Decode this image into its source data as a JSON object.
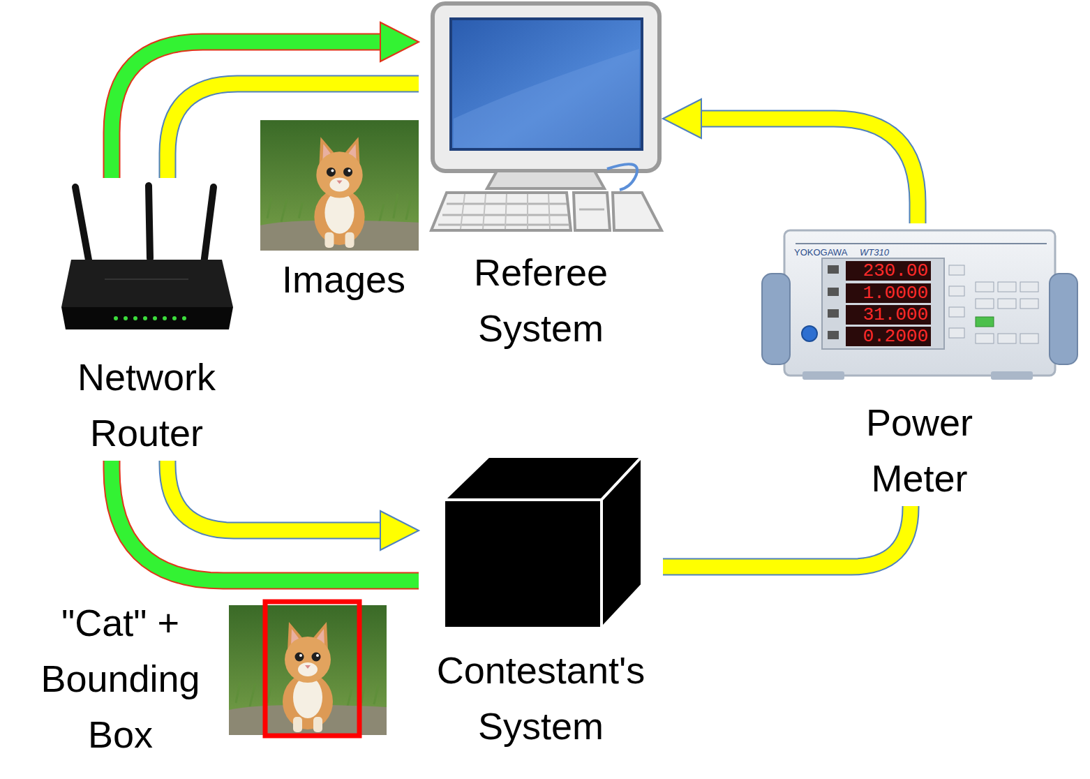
{
  "diagram": {
    "nodes": [
      {
        "text": [
          "Referee System"
        ]
      },
      {
        "text": [
          "Network Router"
        ]
      },
      {
        "text": [
          "Power Meter"
        ]
      },
      {
        "text": [
          "Contestant's System"
        ]
      }
    ],
    "edges": [
      {
        "from": 1,
        "to": 0,
        "arrow": "to"
      },
      {
        "from": 0,
        "to": 1,
        "arrow": "none"
      },
      {
        "from": 1,
        "to": 3,
        "arrow": "to"
      },
      {
        "from": 3,
        "to": 1,
        "arrow": "none"
      },
      {
        "from": 2,
        "to": 0,
        "arrow": "to"
      },
      {
        "from": 3,
        "to": 2,
        "arrow": "none"
      }
    ],
    "labels": [
      "Images",
      "\"Cat\" + Bounding Box",
      "YOKOGAWA",
      "WT310",
      "230.00",
      "1.0000",
      "31.000",
      "0.2000"
    ]
  }
}
